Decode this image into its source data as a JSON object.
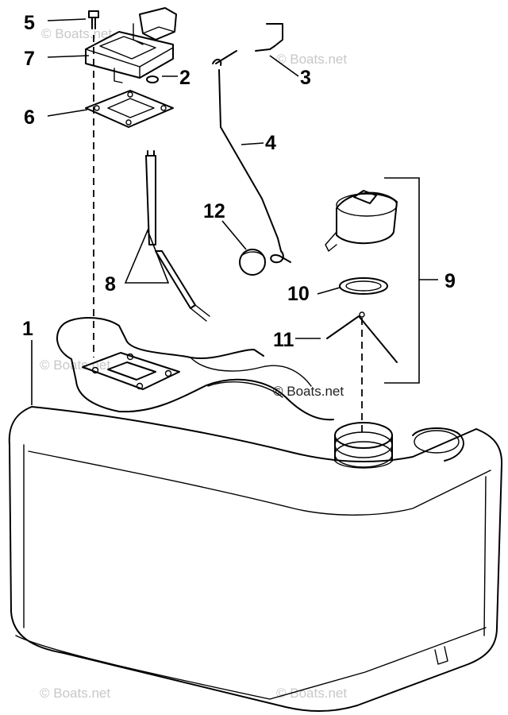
{
  "callouts": {
    "c1": "1",
    "c2": "2",
    "c3": "3",
    "c4": "4",
    "c5": "5",
    "c6": "6",
    "c7": "7",
    "c8": "8",
    "c9": "9",
    "c10": "10",
    "c11": "11",
    "c12": "12"
  },
  "watermark": {
    "text": "© Boats.net"
  }
}
